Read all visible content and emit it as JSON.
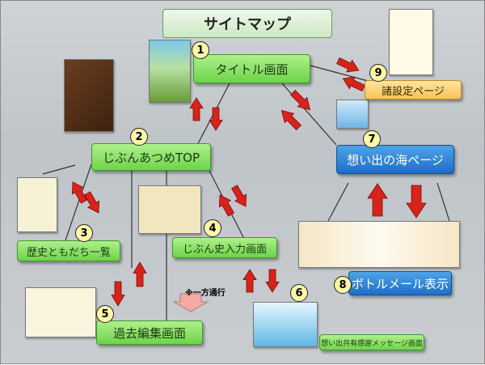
{
  "title": "サイトマップ",
  "nodes": {
    "title_screen": "タイトル画面",
    "settings_page": "諸設定ページ",
    "jibun_top": "じぶんあつめTOP",
    "memory_sea": "想い出の海ページ",
    "history_friends": "歴史ともだち一覧",
    "jibun_input": "じぶん史入力画面",
    "past_edit": "過去編集画面",
    "bottle_mail": "ボトルメール表示",
    "share_message": "想い出共有感謝メッセージ画面"
  },
  "numbers": [
    "1",
    "2",
    "3",
    "4",
    "5",
    "6",
    "7",
    "8",
    "9"
  ],
  "one_way_note": "※一方通行",
  "colors": {
    "arrow_red": "#d8231b",
    "arrow_pink": "#f4a9a3"
  }
}
